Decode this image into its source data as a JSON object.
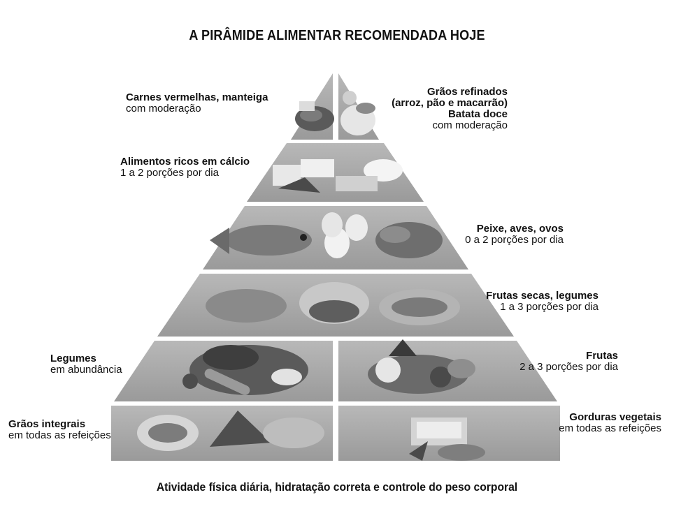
{
  "title": "A PIRÂMIDE ALIMENTAR RECOMENDADA HOJE",
  "footer": "Atividade física diária, hidratação correta e controle do peso corporal",
  "levels": {
    "top_left": {
      "name": "Carnes vermelhas, manteiga",
      "note": "com moderação",
      "food_icon": "red-meat-butter-icon"
    },
    "top_right": {
      "name1": "Grãos refinados",
      "name2": "(arroz, pão e macarrão)",
      "name3": "Batata doce",
      "note": "com moderação",
      "food_icon": "refined-grains-icon"
    },
    "calcium": {
      "name": "Alimentos ricos em cálcio",
      "note": "1 a 2 porções por dia",
      "food_icon": "cheese-dairy-icon"
    },
    "protein": {
      "name": "Peixe, aves, ovos",
      "note": "0 a 2 porções por dia",
      "food_icon": "fish-eggs-chicken-icon"
    },
    "nuts": {
      "name": "Frutas secas, legumes",
      "note": "1 a 3 porções por dia",
      "food_icon": "nuts-beans-icon"
    },
    "vegetables": {
      "name": "Legumes",
      "note": "em abundância",
      "food_icon": "vegetables-icon"
    },
    "fruits": {
      "name": "Frutas",
      "note": "2 a 3 porções por dia",
      "food_icon": "fruits-icon"
    },
    "whole_grains": {
      "name": "Grãos integrais",
      "note": "em todas as refeições",
      "food_icon": "whole-grains-icon"
    },
    "oils": {
      "name": "Gorduras vegetais",
      "note": "em todas as refeições",
      "food_icon": "vegetable-oil-icon"
    }
  },
  "colors": {
    "band": "#a9a9a9",
    "band_dark": "#8f8f8f",
    "food": "#6a6a6a",
    "food_light": "#d8d8d8"
  }
}
